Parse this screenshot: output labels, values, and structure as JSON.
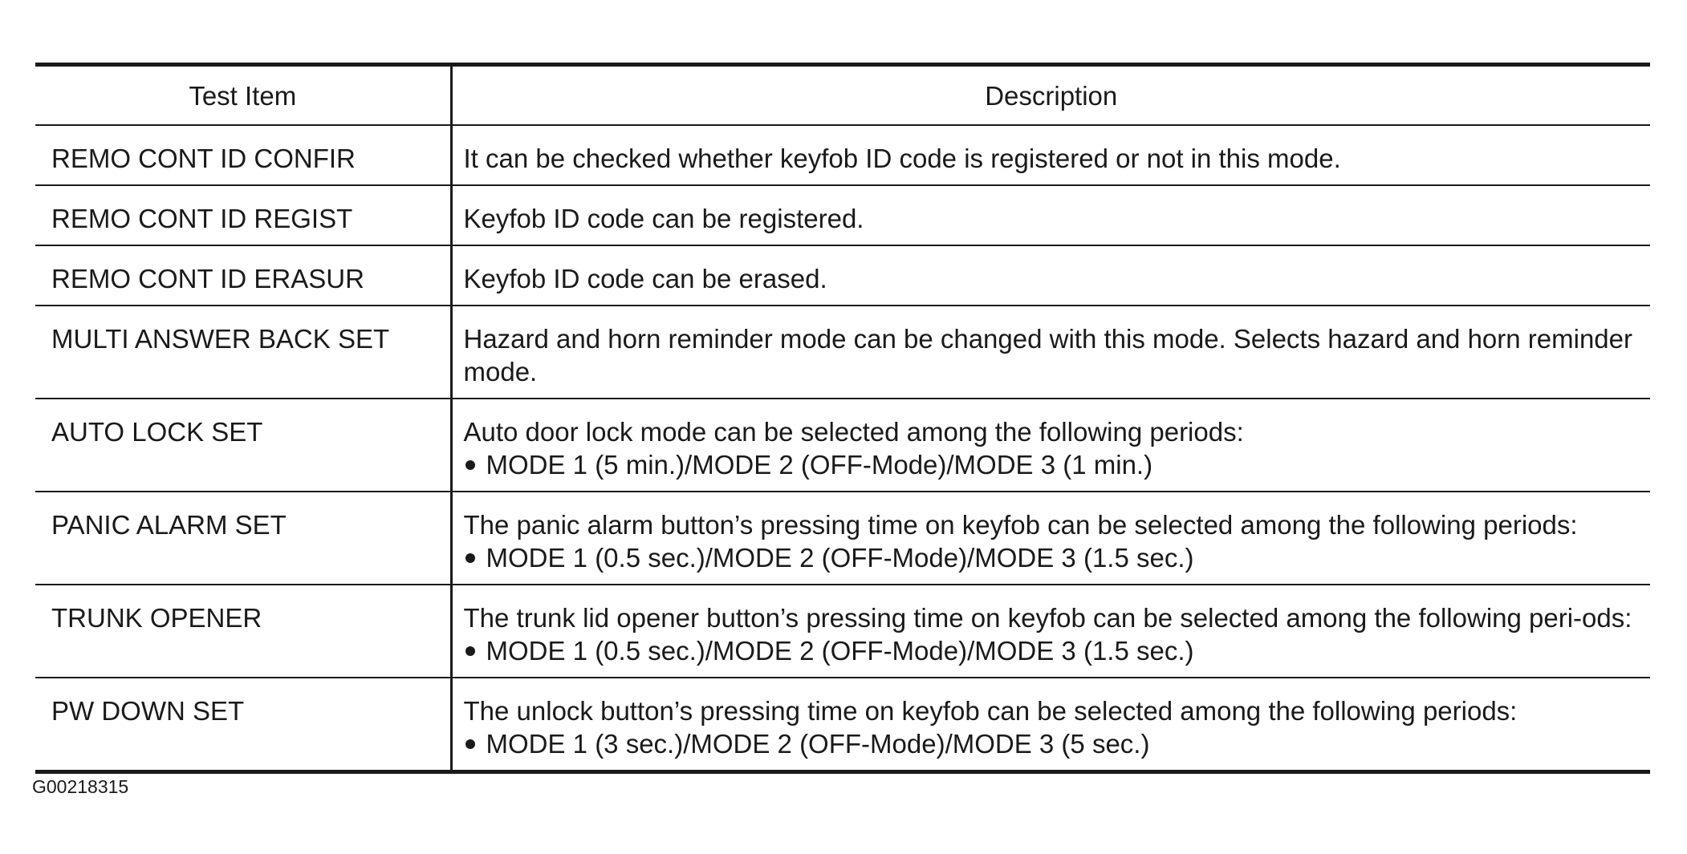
{
  "table": {
    "headers": {
      "test_item": "Test Item",
      "description": "Description"
    },
    "rows": [
      {
        "item": "REMO CONT ID CONFIR",
        "description": "It can be checked whether keyfob ID code is registered or not in this mode.",
        "bullet": ""
      },
      {
        "item": "REMO CONT ID REGIST",
        "description": "Keyfob ID code can be registered.",
        "bullet": ""
      },
      {
        "item": "REMO CONT ID ERASUR",
        "description": "Keyfob ID code can be erased.",
        "bullet": ""
      },
      {
        "item": "MULTI ANSWER BACK SET",
        "description": "Hazard and horn reminder mode can be changed with this mode. Selects hazard and horn reminder mode.",
        "bullet": ""
      },
      {
        "item": "AUTO LOCK SET",
        "description": "Auto door lock mode can be selected among the following periods:",
        "bullet": "MODE 1 (5 min.)/MODE 2 (OFF-Mode)/MODE 3 (1 min.)"
      },
      {
        "item": "PANIC ALARM SET",
        "description": "The panic alarm button’s pressing time on keyfob can be selected among the following periods:",
        "bullet": "MODE 1 (0.5 sec.)/MODE 2 (OFF-Mode)/MODE 3 (1.5 sec.)"
      },
      {
        "item": "TRUNK OPENER",
        "description": "The trunk lid opener button’s pressing time on keyfob can be selected among the following peri-ods:",
        "bullet": "MODE 1 (0.5 sec.)/MODE 2 (OFF-Mode)/MODE 3 (1.5 sec.)"
      },
      {
        "item": "PW DOWN SET",
        "description": "The unlock button’s pressing time on keyfob can be selected among the following periods:",
        "bullet": "MODE 1 (3 sec.)/MODE 2 (OFF-Mode)/MODE 3 (5 sec.)"
      }
    ]
  },
  "figure_code": "G00218315"
}
